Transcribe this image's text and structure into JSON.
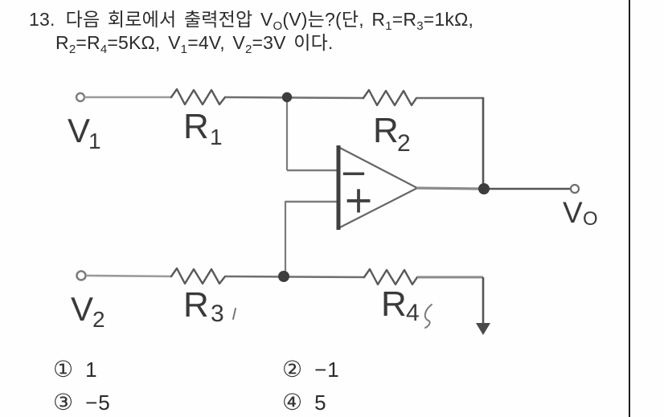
{
  "question": {
    "number": "13.",
    "line1": [
      "다음 회로에서 출력전압 V",
      "O",
      "(V)는?(단, R",
      "1",
      "=R",
      "3",
      "=1kΩ,"
    ],
    "line2": [
      "R",
      "2",
      "=R",
      "4",
      "=5KΩ, V",
      "1",
      "=4V, V",
      "2",
      "=3V 이다."
    ]
  },
  "circuit": {
    "labels": {
      "v1": {
        "main": "V",
        "sub": "1"
      },
      "r1": {
        "main": "R",
        "sub": "1"
      },
      "r2": {
        "main": "R",
        "sub": "2"
      },
      "vo": {
        "main": "V",
        "sub": "O"
      },
      "v2": {
        "main": "V",
        "sub": "2"
      },
      "r3": {
        "main": "R",
        "sub": "3"
      },
      "r4": {
        "main": "R",
        "sub": "4"
      }
    },
    "opamp": {
      "inverting": "−",
      "noninverting": "+"
    }
  },
  "options": [
    {
      "num": "①",
      "value": "1"
    },
    {
      "num": "②",
      "value": "−1"
    },
    {
      "num": "③",
      "value": "−5"
    },
    {
      "num": "④",
      "value": "5"
    }
  ],
  "colors": {
    "ink": "#2b2b2b",
    "wire": "#777777",
    "divider": "#1f1f1f"
  }
}
